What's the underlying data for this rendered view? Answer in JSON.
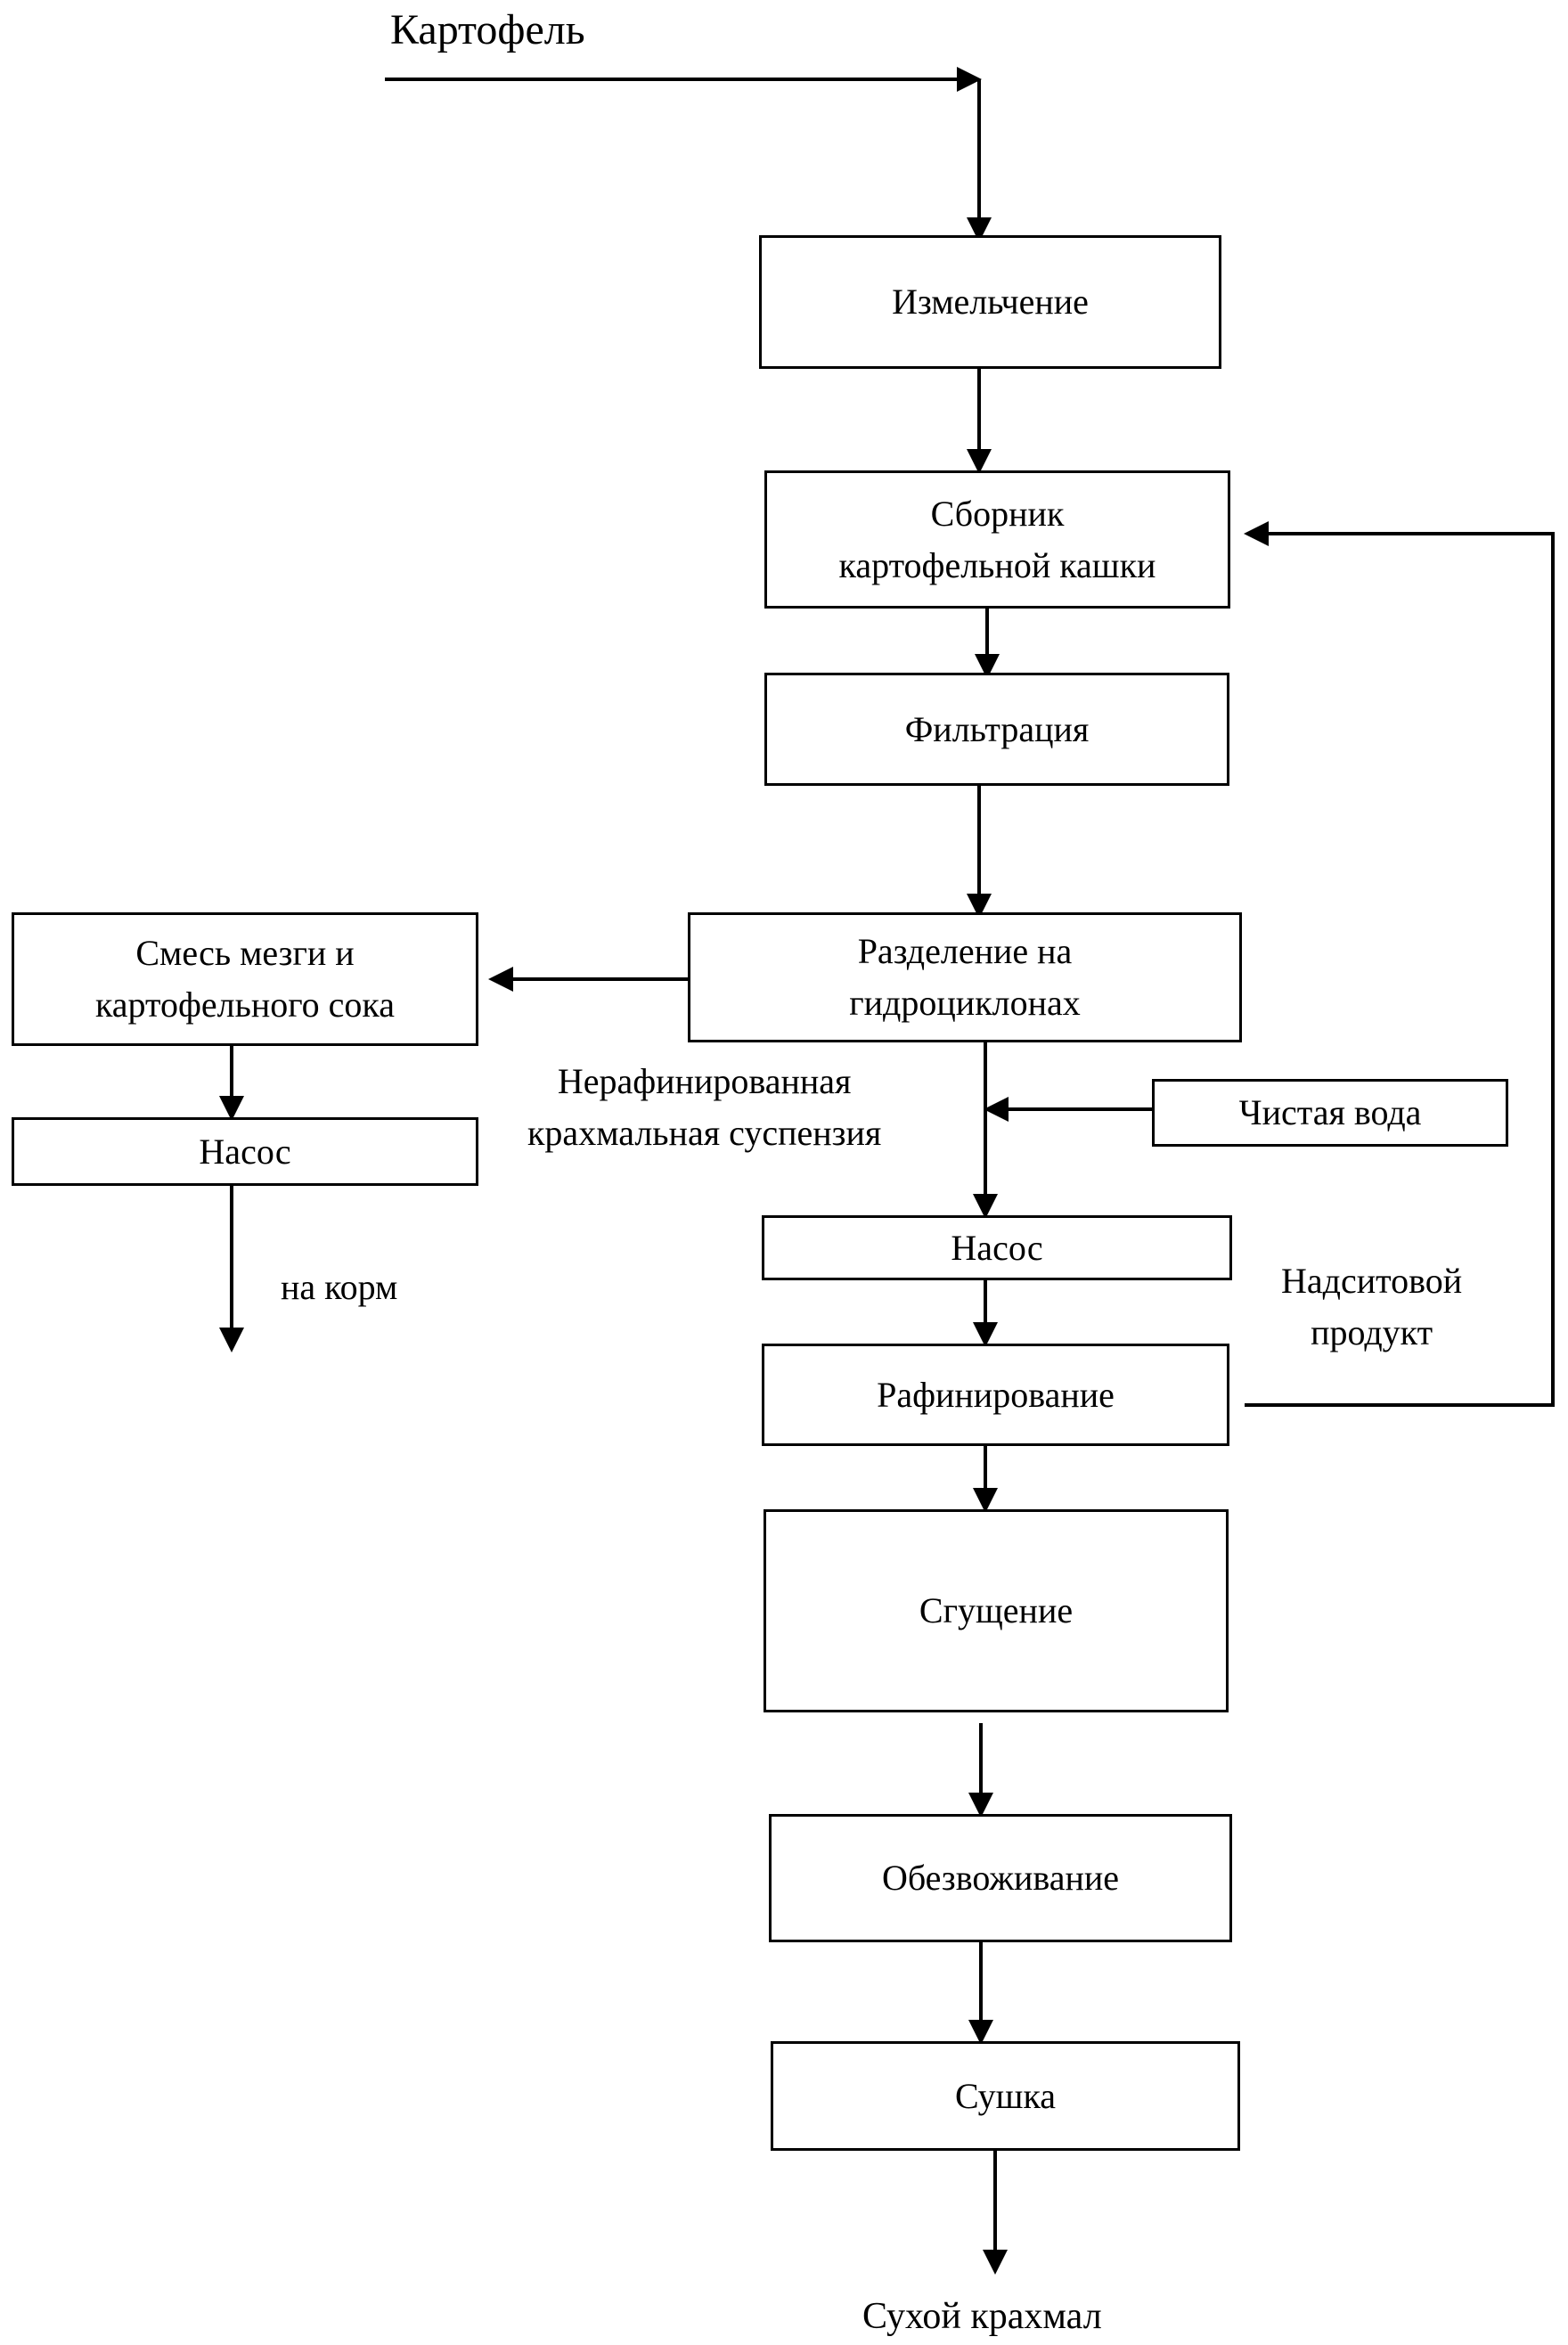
{
  "diagram": {
    "input_label": "Картофель",
    "steps": {
      "grinding": "Измельчение",
      "collector": [
        "Сборник",
        "картофельной кашки"
      ],
      "filtration": "Фильтрация",
      "separation": [
        "Разделение на",
        "гидроциклонах"
      ],
      "pump_main": "Насос",
      "refining": "Рафинирование",
      "thickening": "Сгущение",
      "dewatering": "Обезвоживание",
      "drying": "Сушка"
    },
    "side": {
      "pulp_mix": [
        "Смесь мезги и",
        "картофельного сока"
      ],
      "pump_side": "Насос",
      "to_feed": "на корм"
    },
    "water_input": "Чистая вода",
    "labels": {
      "unrefined_suspension": [
        "Нерафинированная",
        "крахмальная суспензия"
      ],
      "oversize_product": [
        "Надситовой",
        "продукт"
      ],
      "output": "Сухой крахмал"
    }
  }
}
